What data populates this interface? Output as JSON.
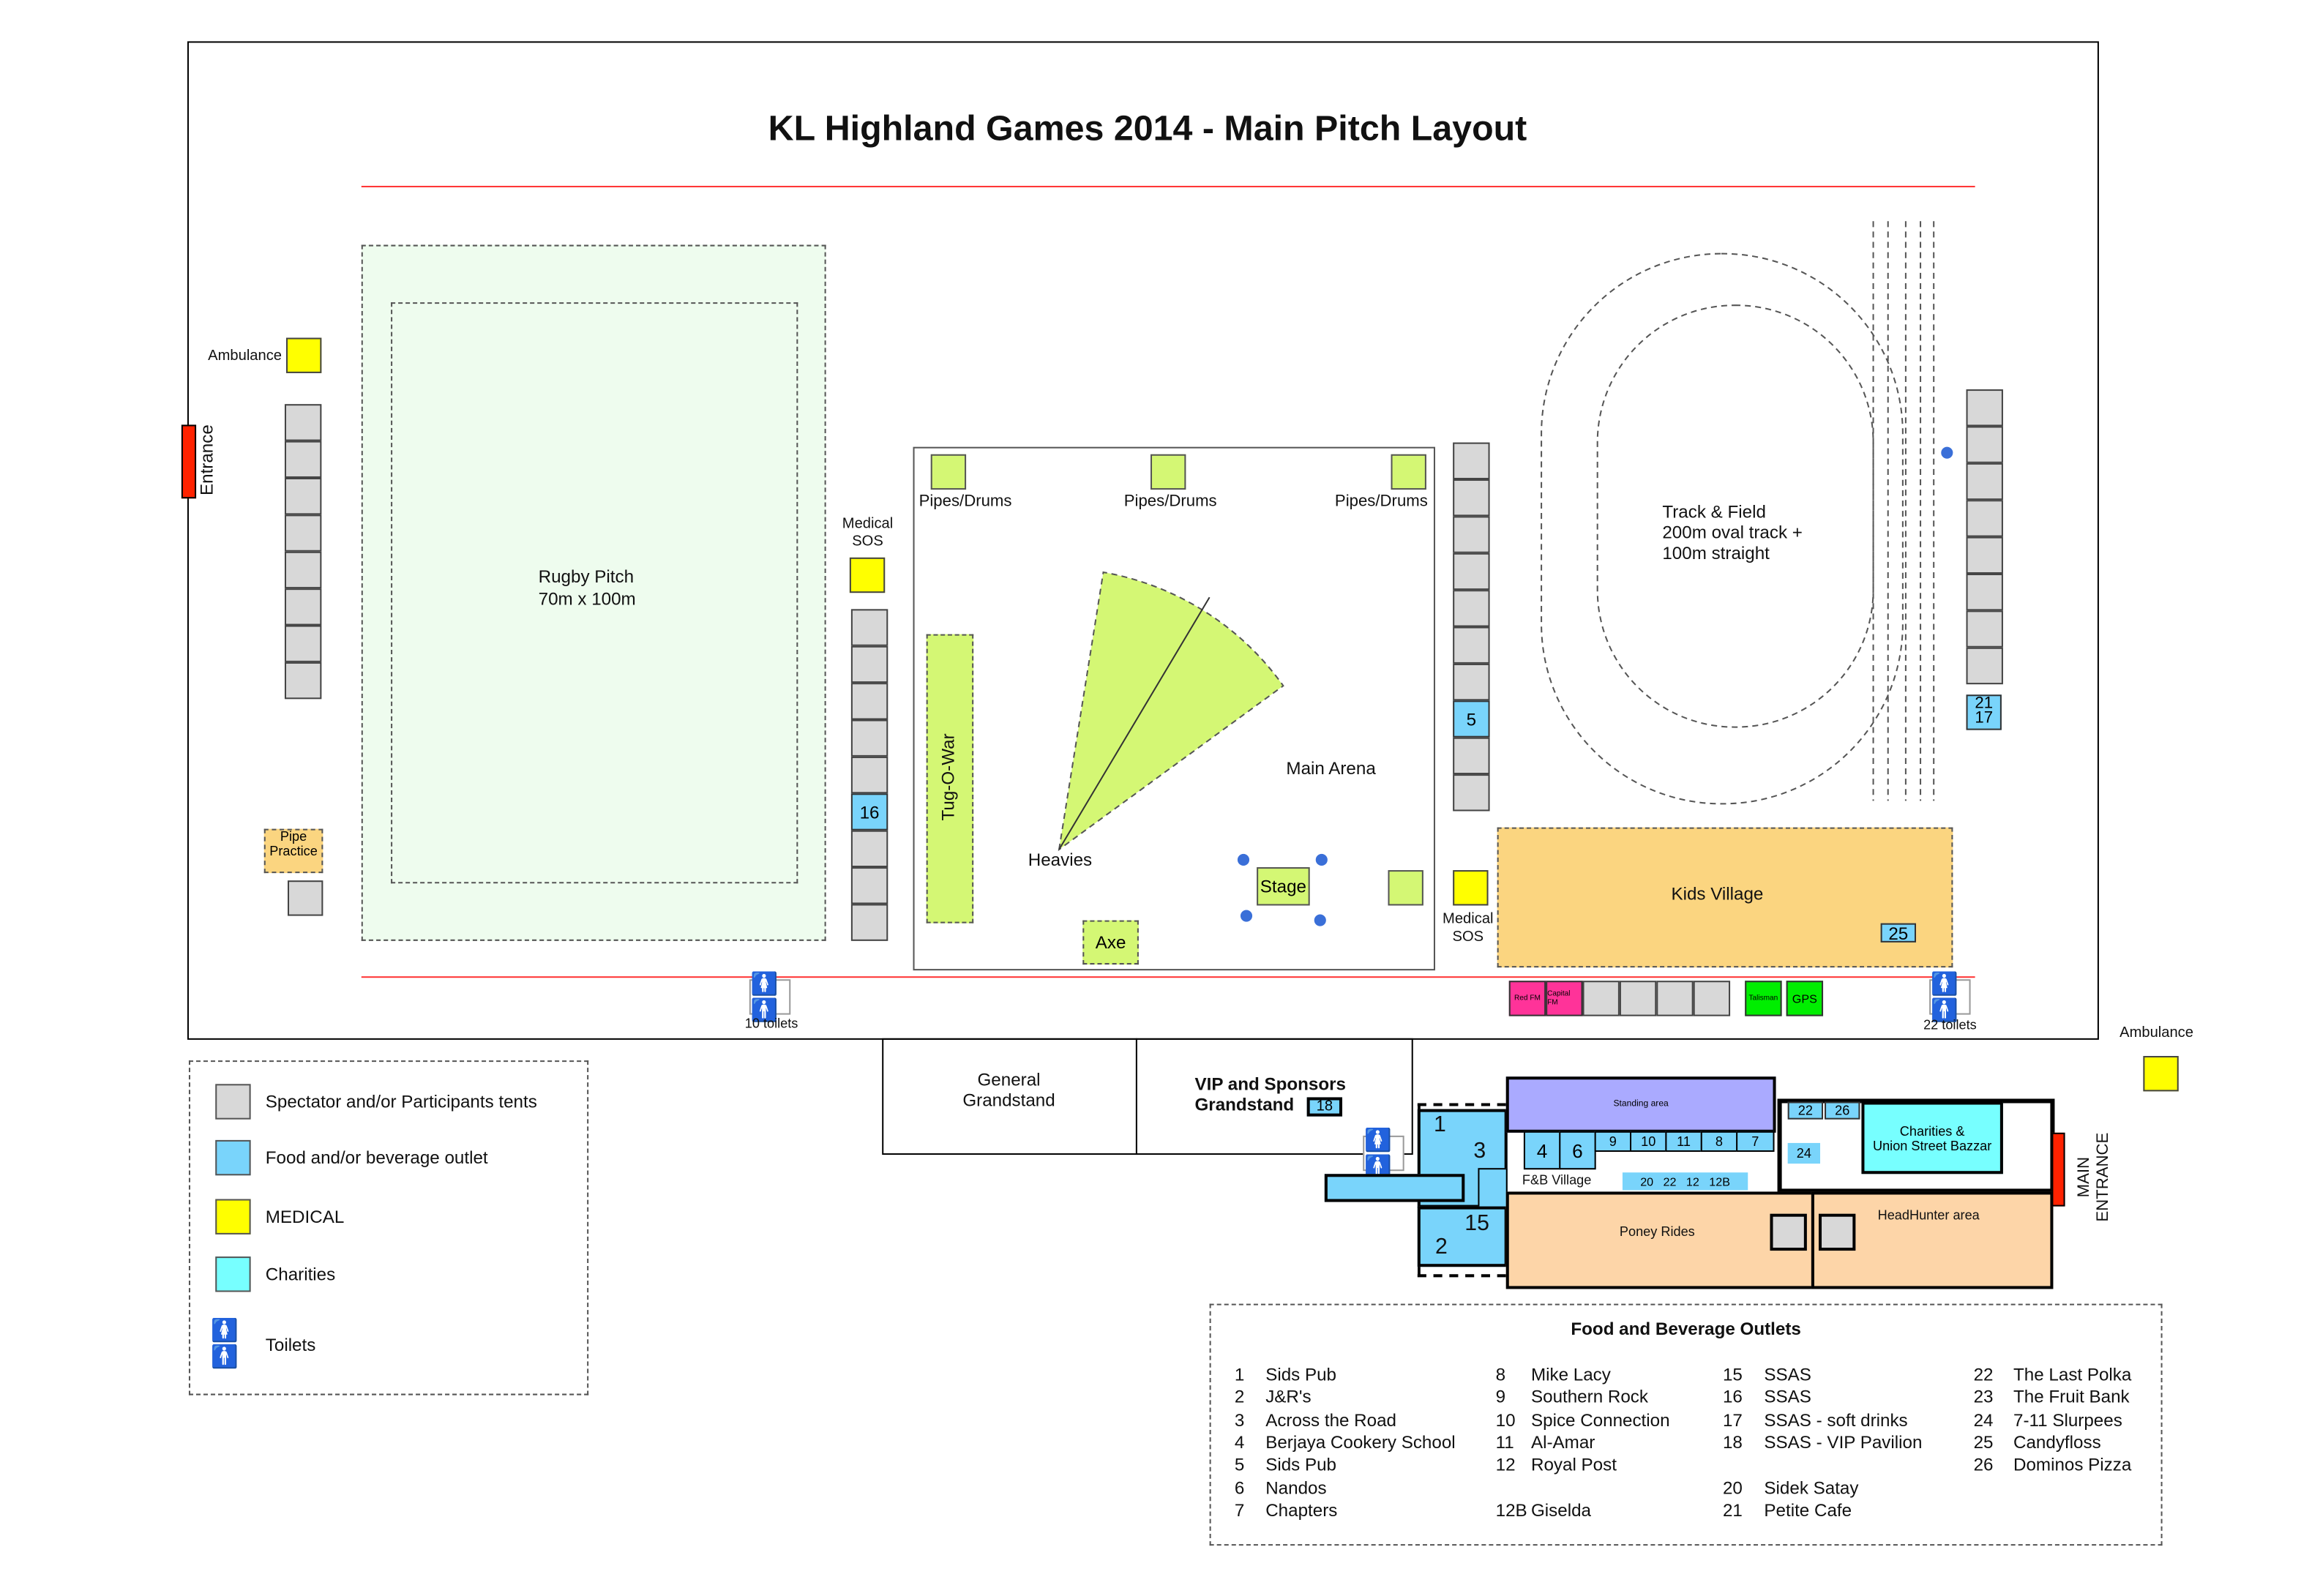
{
  "title": "KL Highland Games 2014 - Main Pitch Layout",
  "colors": {
    "tent": "#d8d8d8",
    "food": "#79d4fb",
    "medical": "#ffff00",
    "charities": "#77ffff",
    "entrance": "#ff2200",
    "radio": "#ff3399",
    "sponsor": "#00ee00",
    "kids": "#fbd580",
    "poney": "#fdd5a8",
    "standing": "#aaaaff"
  },
  "labels": {
    "ambulance": "Ambulance",
    "entrance": "Entrance",
    "rugby": "Rugby Pitch",
    "rugby_size": "70m x 100m",
    "pipe_practice": "Pipe Practice",
    "medical": "Medical",
    "sos": "SOS",
    "pipes": "Pipes/Drums",
    "tug": "Tug-O-War",
    "heavies": "Heavies",
    "main_arena": "Main Arena",
    "stage": "Stage",
    "axe": "Axe",
    "track1": "Track & Field",
    "track2": "200m oval track +",
    "track3": "100m straight",
    "kids": "Kids Village",
    "toilets10": "10 toilets",
    "toilets22": "22 toilets",
    "red_fm": "Red FM",
    "capital_fm": "Capital FM",
    "talisman": "Talisman",
    "gps": "GPS",
    "general": "General",
    "grandstand": "Grandstand",
    "vip": "VIP and Sponsors",
    "standing": "Standing area",
    "fb_village": "F&B Village",
    "charities": "Charities &",
    "bazzar": "Union Street Bazzar",
    "poney": "Poney Rides",
    "headhunter": "HeadHunter area",
    "main": "MAIN",
    "entrance_caps": "ENTRANCE"
  },
  "stall_numbers": {
    "s16": "16",
    "s5": "5",
    "s21_17": "21 17",
    "s25": "25",
    "s18": "18",
    "s1": "1",
    "s3": "3",
    "s15": "15",
    "s2": "2",
    "s4": "4",
    "s6": "6",
    "s9": "9",
    "s10": "10",
    "s11": "11",
    "s8": "8",
    "s7": "7",
    "s22": "22",
    "s26": "26",
    "s24": "24",
    "row20": "20   22   12   12B"
  },
  "legend": [
    {
      "label": "Spectator and/or Participants tents",
      "color": "#d8d8d8"
    },
    {
      "label": "Food and/or beverage outlet",
      "color": "#79d4fb"
    },
    {
      "label": "MEDICAL",
      "color": "#ffff00"
    },
    {
      "label": "Charities",
      "color": "#77ffff"
    },
    {
      "label": "Toilets",
      "icon": "toilet-icon"
    }
  ],
  "outlets": {
    "title": "Food and Beverage Outlets",
    "columns": [
      [
        [
          "1",
          "Sids Pub"
        ],
        [
          "2",
          "J&R's"
        ],
        [
          "3",
          "Across the Road"
        ],
        [
          "4",
          "Berjaya Cookery School"
        ],
        [
          "5",
          "Sids Pub"
        ],
        [
          "6",
          "Nandos"
        ],
        [
          "7",
          "Chapters"
        ]
      ],
      [
        [
          "8",
          "Mike Lacy"
        ],
        [
          "9",
          "Southern Rock"
        ],
        [
          "10",
          "Spice Connection"
        ],
        [
          "11",
          "Al-Amar"
        ],
        [
          "12",
          "Royal Post"
        ],
        [
          "",
          ""
        ],
        [
          "12B",
          "Giselda"
        ]
      ],
      [
        [
          "15",
          "SSAS"
        ],
        [
          "16",
          "SSAS"
        ],
        [
          "17",
          "SSAS - soft drinks"
        ],
        [
          "18",
          "SSAS - VIP Pavilion"
        ],
        [
          "",
          ""
        ],
        [
          "20",
          "Sidek Satay"
        ],
        [
          "21",
          "Petite Cafe"
        ]
      ],
      [
        [
          "22",
          "The Last Polka"
        ],
        [
          "23",
          "The Fruit Bank"
        ],
        [
          "24",
          "7-11 Slurpees"
        ],
        [
          "25",
          "Candyfloss"
        ],
        [
          "26",
          "Dominos Pizza"
        ]
      ]
    ]
  }
}
